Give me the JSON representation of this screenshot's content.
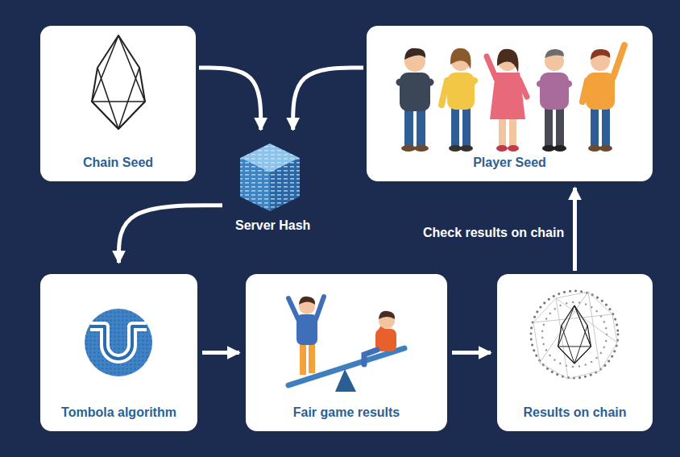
{
  "diagram": {
    "nodes": [
      {
        "text": [
          "Chain Seed"
        ]
      },
      {
        "text": [
          "Player Seed"
        ]
      },
      {
        "text": [
          "Server Hash"
        ]
      },
      {
        "text": [
          "Tombola algorithm"
        ]
      },
      {
        "text": [
          "Fair game results"
        ]
      },
      {
        "text": [
          "Results on chain"
        ]
      }
    ],
    "edges": [
      {
        "from": 0,
        "to": 2,
        "arrow": "to"
      },
      {
        "from": 1,
        "to": 2,
        "arrow": "to"
      },
      {
        "from": 2,
        "to": 3,
        "arrow": "to"
      },
      {
        "from": 3,
        "to": 4,
        "arrow": "to"
      },
      {
        "from": 4,
        "to": 5,
        "arrow": "to"
      },
      {
        "from": 5,
        "to": 1,
        "label": "Check results on chain",
        "arrow": "to"
      }
    ]
  }
}
